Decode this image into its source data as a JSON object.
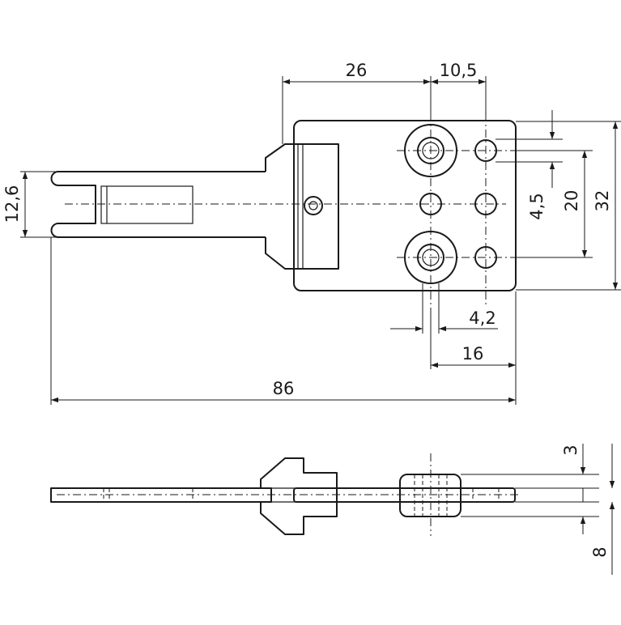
{
  "dimensions": {
    "d26": "26",
    "d10_5": "10,5",
    "d12_6": "12,6",
    "d4_5": "4,5",
    "d20": "20",
    "d32": "32",
    "d4_2": "4,2",
    "d16": "16",
    "d86": "86",
    "d3": "3",
    "d8": "8"
  }
}
